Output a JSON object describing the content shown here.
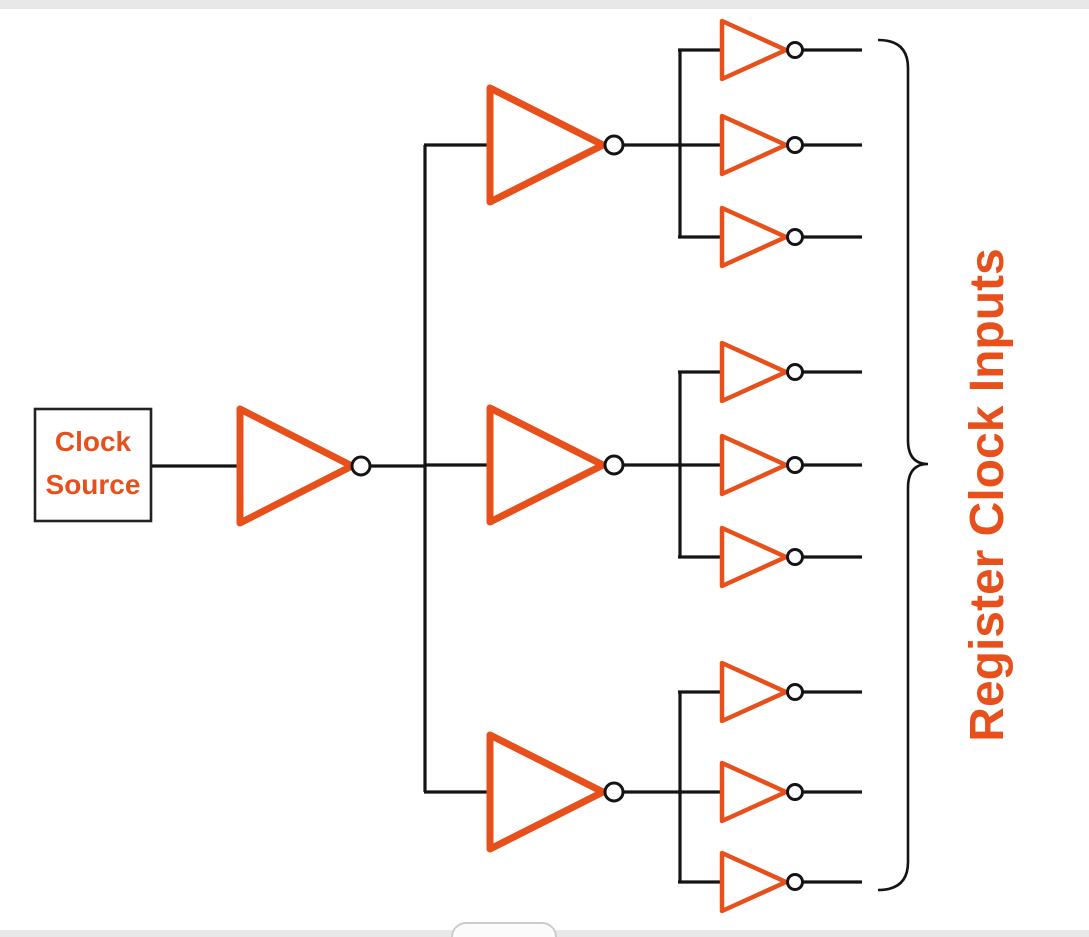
{
  "diagram": {
    "type": "clock-distribution-tree",
    "colors": {
      "buffer_stroke": "#e8501b",
      "wire": "#141414",
      "label_text": "#e8501b",
      "box_border": "#222222",
      "chrome_strip": "#e8e8e8"
    },
    "clock_source": {
      "label_line1": "Clock",
      "label_line2": "Source"
    },
    "brace_label": "Register Clock Inputs",
    "structure": {
      "level1_buffers": 1,
      "level2_buffers": 3,
      "level3_buffers": 9,
      "register_clock_outputs": 9
    }
  }
}
